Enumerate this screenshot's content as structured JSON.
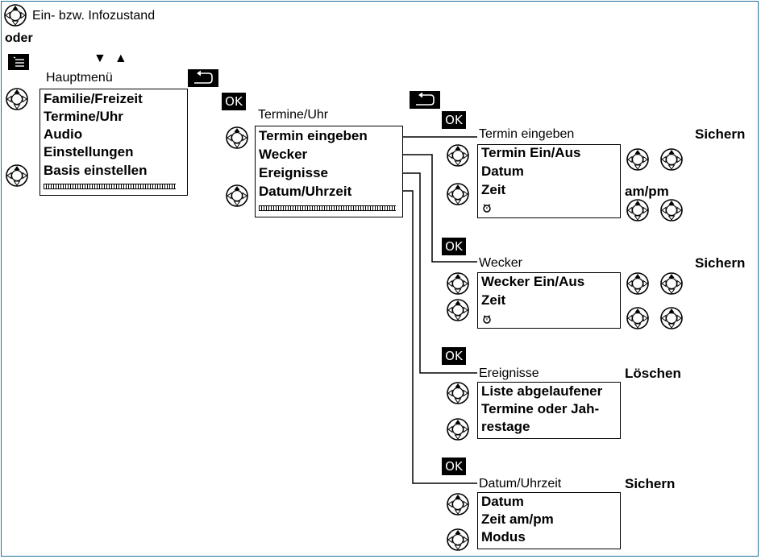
{
  "header": {
    "info_state": "Ein- bzw. Infozustand",
    "or": "oder"
  },
  "nav_arrows": {
    "down": "▼",
    "up": "▲"
  },
  "main_menu": {
    "title": "Hauptmenü",
    "items": [
      "Familie/Freizeit",
      "Termine/Uhr",
      "Audio",
      "Einstellungen",
      "Basis einstellen"
    ]
  },
  "termine_uhr": {
    "title": "Termine/Uhr",
    "items": [
      "Termin eingeben",
      "Wecker",
      "Ereignisse",
      "Datum/Uhrzeit"
    ]
  },
  "termin_eingeben": {
    "title": "Termin eingeben",
    "action": "Sichern",
    "items": [
      "Termin Ein/Aus",
      "Datum",
      "Zeit"
    ],
    "ampm": "am/pm"
  },
  "wecker": {
    "title": "Wecker",
    "action": "Sichern",
    "items": [
      "Wecker Ein/Aus",
      "Zeit"
    ]
  },
  "ereignisse": {
    "title": "Ereignisse",
    "action": "Löschen",
    "lines": [
      "Liste abgelaufener",
      "Termine oder Jah-",
      "restage"
    ]
  },
  "datum_uhrzeit": {
    "title": "Datum/Uhrzeit",
    "action": "Sichern",
    "items": [
      "Datum",
      "Zeit am/pm",
      "Modus"
    ]
  },
  "ok_label": "OK",
  "icons": [
    "control-key-icon",
    "menu-key-icon",
    "back-key-icon",
    "ok-key-icon",
    "alarm-clock-icon"
  ]
}
